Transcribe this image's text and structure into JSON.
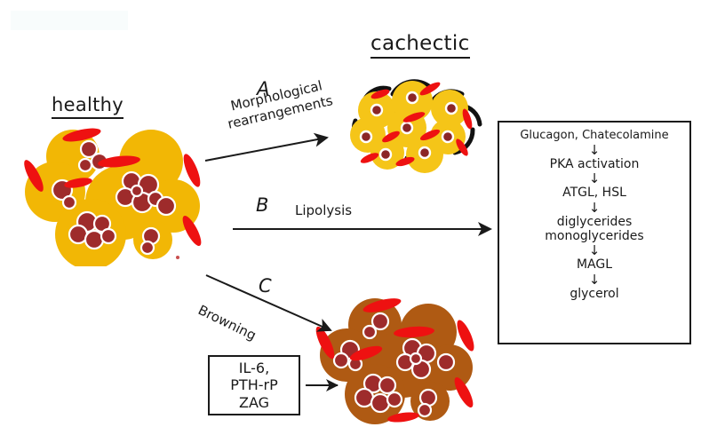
{
  "figure": {
    "headings": {
      "healthy": "healthy",
      "cachectic": "cachectic"
    },
    "arrows": [
      {
        "letter": "A",
        "label": "Morphological\nrearrangements",
        "label_line1": "Morphological",
        "label_line2": "rearrangements",
        "direction": "up-right"
      },
      {
        "letter": "B",
        "label": "Lipolysis",
        "direction": "right"
      },
      {
        "letter": "C",
        "label": "Browning",
        "direction": "down-right"
      }
    ],
    "letters": {
      "a": "A",
      "b": "B",
      "c": "C"
    },
    "labels": {
      "a_line1": "Morphological",
      "a_line2": "rearrangements",
      "b": "Lipolysis",
      "c": "Browning"
    },
    "pathway_box": {
      "steps": [
        "Glucagon, Chatecolamine",
        "PKA activation",
        "ATGL, HSL",
        "diglycerides",
        "monoglycerides",
        "MAGL",
        "glycerol"
      ],
      "arrow_glyph": "↓"
    },
    "cytokine_box": {
      "lines": [
        "IL-6,",
        "PTH-rP",
        "ZAG"
      ]
    },
    "clusters": {
      "healthy": {
        "name": "healthy-adipocytes",
        "cell_fill": "#F2B705",
        "droplet_fill": "#9E2B2B",
        "vessel_fill": "#EE1111"
      },
      "cachectic": {
        "name": "cachectic-adipocytes",
        "cell_fill": "#F5C518",
        "nucleus_fill": "#8B2626",
        "vessel_fill": "#EE1111",
        "outline": "#111111"
      },
      "browned": {
        "name": "browned-adipocytes",
        "cell_fill": "#AF5A13",
        "droplet_fill": "#9E2B2B",
        "vessel_fill": "#EE1111"
      }
    },
    "colors": {
      "yellow": "#F2B705",
      "brown": "#AF5A13",
      "dark_red": "#9E2B2B",
      "bright_red": "#EE1111",
      "ink": "#1a1a1a"
    }
  }
}
